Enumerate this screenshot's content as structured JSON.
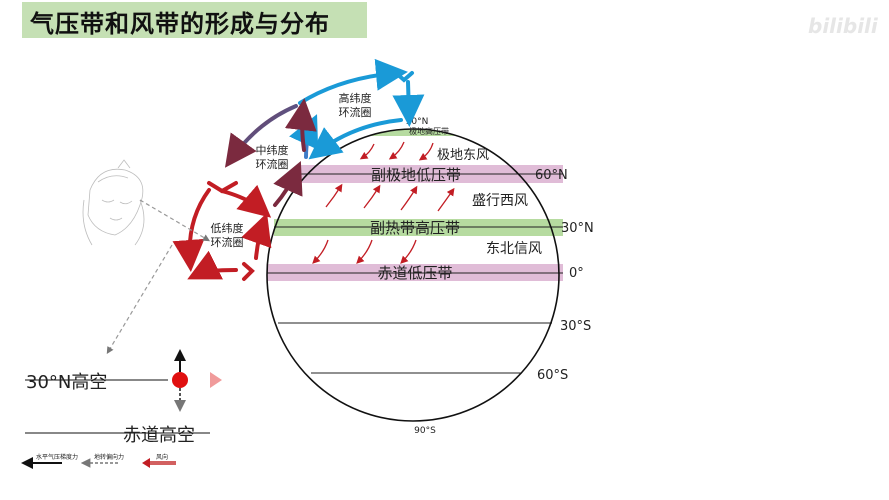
{
  "title": "气压带和风带的形成与分布",
  "watermark": "bilibili",
  "colors": {
    "high_pressure_belt": "#b6dba0",
    "low_pressure_belt": "#e0bcd7",
    "red_arrow": "#c21d24",
    "blue_arrow": "#1a9ad7",
    "maroon_arrow": "#7b2a3f",
    "title_bg": "#c5e0b4"
  },
  "cells": {
    "high": "高纬度\n环流圈",
    "mid": "中纬度\n环流圈",
    "low": "低纬度\n环流圈"
  },
  "latitudes": {
    "north_pole": "90°N",
    "lat60n": "60°N",
    "lat30n": "30°N",
    "equator": "0°",
    "lat30s": "30°S",
    "lat60s": "60°S",
    "south_pole": "90°S"
  },
  "belts": {
    "polar_high": "极地高压带",
    "subpolar_low": "副极地低压带",
    "subtropical_high": "副热带高压带",
    "equatorial_low": "赤道低压带"
  },
  "winds": {
    "polar_easterlies": "极地东风",
    "westerlies": "盛行西风",
    "ne_trades": "东北信风"
  },
  "force_diagram": {
    "upper_label": "30°N高空",
    "lower_label": "赤道高空"
  },
  "legend": {
    "pressure_gradient": "水平气压梯度力",
    "coriolis": "地转偏向力",
    "wind": "风向"
  }
}
